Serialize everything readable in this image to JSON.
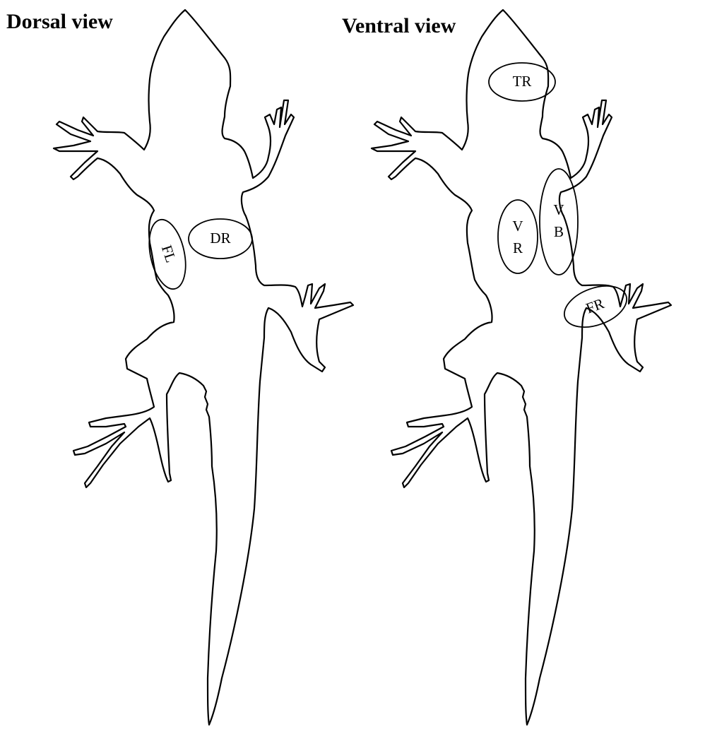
{
  "titles": {
    "dorsal": "Dorsal view",
    "ventral": "Ventral view"
  },
  "dorsal_regions": [
    {
      "id": "FL",
      "label": "FL"
    },
    {
      "id": "DR",
      "label": "DR"
    }
  ],
  "ventral_regions": [
    {
      "id": "TR",
      "label": "TR"
    },
    {
      "id": "VR",
      "label_line1": "V",
      "label_line2": "R"
    },
    {
      "id": "VB",
      "label_line1": "V",
      "label_line2": "B"
    },
    {
      "id": "FR",
      "label": "FR"
    }
  ],
  "colors": {
    "line": "#000000",
    "background": "#ffffff"
  }
}
